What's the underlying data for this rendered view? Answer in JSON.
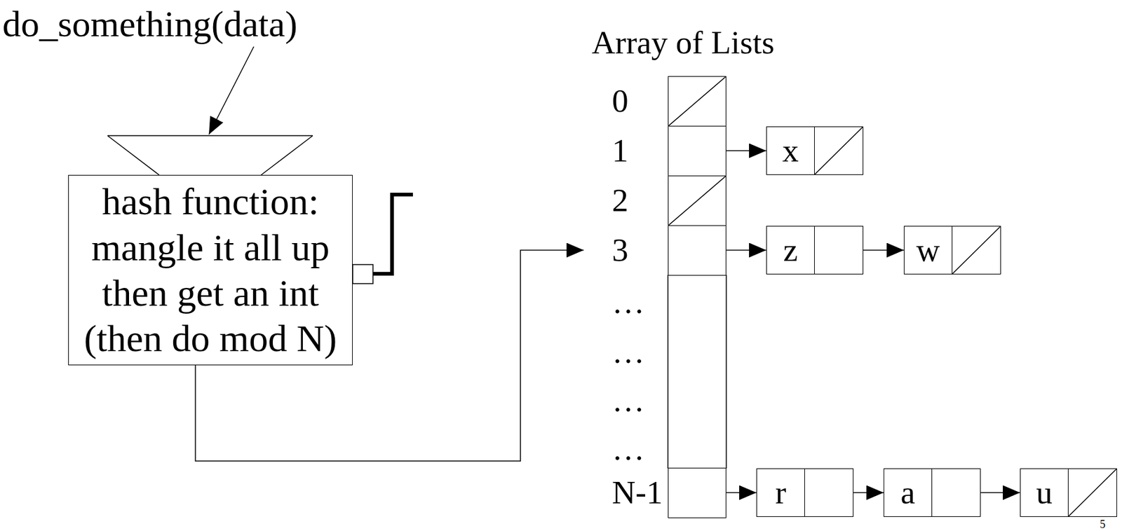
{
  "diagram": {
    "nodes": [
      {
        "text": [
          "hash function: mangle it all up then get an int (then do mod N)"
        ]
      },
      {
        "text": [
          "0"
        ]
      },
      {
        "text": [
          "1"
        ]
      },
      {
        "text": [
          "x"
        ]
      },
      {
        "text": [
          "2"
        ]
      },
      {
        "text": [
          "3"
        ]
      },
      {
        "text": [
          "z"
        ]
      },
      {
        "text": [
          "w"
        ]
      },
      {
        "text": [
          "N-1"
        ]
      },
      {
        "text": [
          "r"
        ]
      },
      {
        "text": [
          "a"
        ]
      },
      {
        "text": [
          "u"
        ]
      }
    ],
    "edges": [
      {
        "from": 0,
        "to": 5,
        "arrow": "to"
      },
      {
        "from": 2,
        "to": 3,
        "arrow": "to"
      },
      {
        "from": 5,
        "to": 6,
        "arrow": "to"
      },
      {
        "from": 6,
        "to": 7,
        "arrow": "to"
      },
      {
        "from": 8,
        "to": 9,
        "arrow": "to"
      },
      {
        "from": 9,
        "to": 10,
        "arrow": "to"
      },
      {
        "from": 10,
        "to": 11,
        "arrow": "to"
      }
    ],
    "labels": [
      "do_something(data)",
      "Array of Lists",
      "…",
      "…",
      "…",
      "…",
      "5"
    ]
  }
}
